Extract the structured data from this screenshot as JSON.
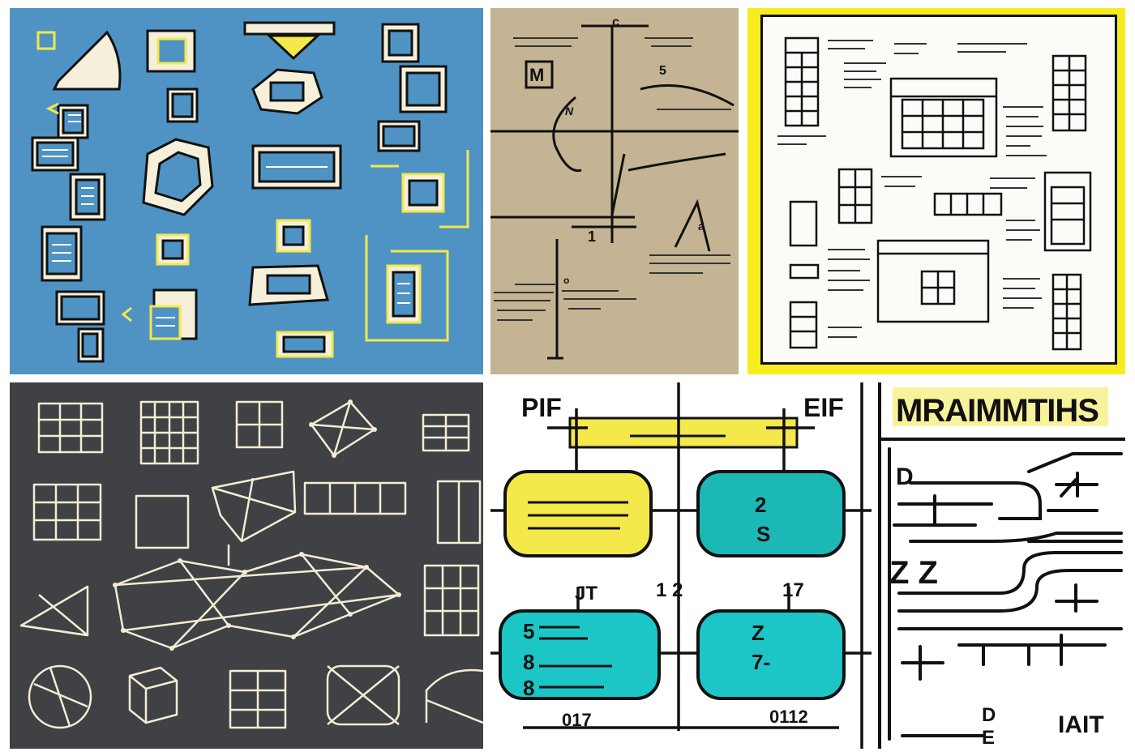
{
  "colors": {
    "blue_bg": "#4f93c4",
    "tan_bg": "#c4b494",
    "yellow": "#f4e84a",
    "yellow_border": "#f7ec1e",
    "dark_bg": "#3f4144",
    "teal": "#1cc6c6",
    "cream": "#f4ecd4",
    "ink": "#141414"
  },
  "panels": {
    "top_middle": {
      "labels": {
        "c": "c",
        "m": "M",
        "n": "N",
        "five": "5",
        "one_l": "1",
        "a": "a",
        "o": "o"
      }
    },
    "bottom_middle": {
      "labels": {
        "pif": "PIF",
        "eif": "EIF",
        "jr": "JT",
        "mid_12": "1 2",
        "seventeen": "17",
        "box_tr_1": "2",
        "box_tr_2": "S",
        "box_bl_1": "5",
        "box_bl_2": "8",
        "box_bl_3": "8",
        "box_br_1": "Z",
        "box_br_2": "7-",
        "bottom_left": "017",
        "bottom_right": "0112"
      }
    },
    "bottom_right": {
      "labels": {
        "title": "MRAIMMTIHS",
        "d": "D",
        "zz": "Z Z",
        "e_top": "D",
        "e_bottom": "E",
        "ait": "IAIT"
      }
    }
  }
}
